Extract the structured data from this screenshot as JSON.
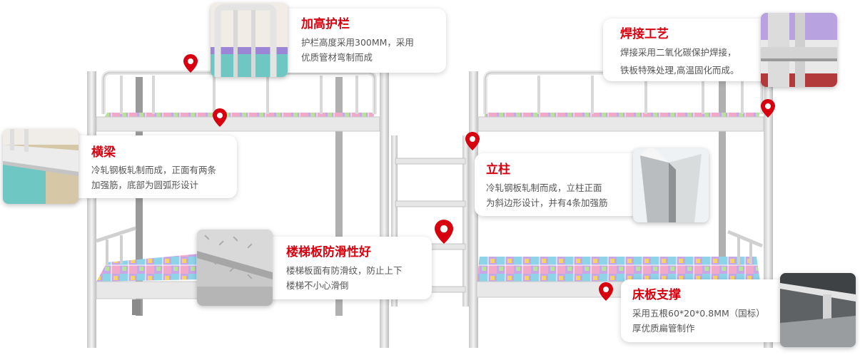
{
  "features": [
    {
      "id": "guardrail",
      "title": "加高护栏",
      "lines": [
        "护栏高度采用300MM，采用",
        "优质管材弯制而成"
      ]
    },
    {
      "id": "welding",
      "title": "焊接工艺",
      "lines": [
        "焊接采用二氧化碳保护焊接，",
        "铁板特殊处理,高温固化而成。"
      ]
    },
    {
      "id": "crossbeam",
      "title": "横梁",
      "lines": [
        "冷轧钢板轧制而成，正面有两条",
        "加强筋，底部为圆弧形设计"
      ]
    },
    {
      "id": "column",
      "title": "立柱",
      "lines": [
        "冷轧钢板轧制而成，立柱正面",
        "为斜边形设计，并有4条加强筋"
      ]
    },
    {
      "id": "ladder",
      "title": "楼梯板防滑性好",
      "lines": [
        "楼梯板面有防滑纹，防止上下",
        "楼梯不小心滑倒"
      ]
    },
    {
      "id": "bedboard",
      "title": "床板支撑",
      "lines": [
        "采用五根60*20*0.8MM（国标）",
        "厚优质扁管制作"
      ]
    }
  ],
  "colors": {
    "accent": "#d7000f",
    "frame": "#e3e3e3",
    "text": "#555555"
  }
}
